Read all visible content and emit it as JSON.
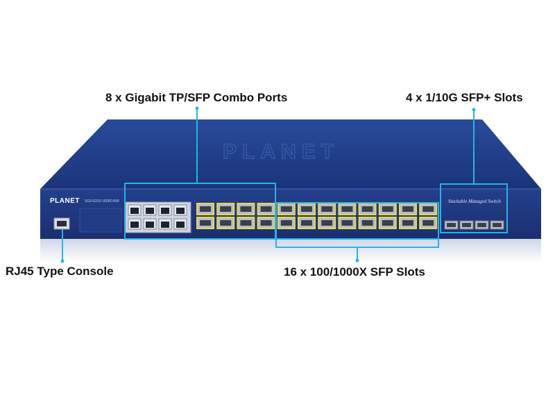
{
  "callouts": {
    "combo_ports": "8 x Gigabit TP/SFP Combo Ports",
    "sfp_plus_slots": "4 x 1/10G SFP+ Slots",
    "console": "RJ45 Type Console",
    "sfp_slots": "16 x 100/1000X SFP Slots"
  },
  "device": {
    "brand": "PLANET",
    "model": "SGS-6310-16S8C4XR",
    "product_name": "Stackable Managed Switch",
    "chassis_color": "#1f3a86",
    "highlight_color": "#29b3e6",
    "sfp_bezel_color": "#e8d84a"
  }
}
